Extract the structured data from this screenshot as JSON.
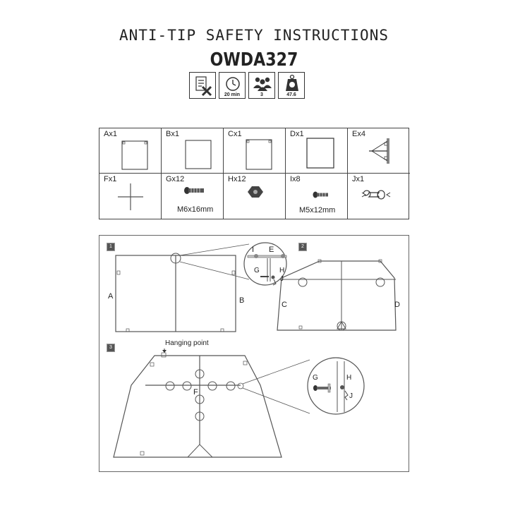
{
  "header": {
    "title": "ANTI-TIP SAFETY INSTRUCTIONS",
    "model": "OWDA327"
  },
  "info": [
    {
      "icon": "tools-document-icon",
      "caption": ""
    },
    {
      "icon": "clock-icon",
      "caption": "20 min"
    },
    {
      "icon": "people-icon",
      "caption": "3"
    },
    {
      "icon": "weight-icon",
      "caption": "47.6"
    }
  ],
  "parts": [
    {
      "label": "Ax1",
      "spec": "",
      "icon": "panel-a-icon"
    },
    {
      "label": "Bx1",
      "spec": "",
      "icon": "panel-b-icon"
    },
    {
      "label": "Cx1",
      "spec": "",
      "icon": "panel-c-icon"
    },
    {
      "label": "Dx1",
      "spec": "",
      "icon": "panel-d-icon"
    },
    {
      "label": "Ex4",
      "spec": "",
      "icon": "corner-bracket-icon"
    },
    {
      "label": "Fx1",
      "spec": "",
      "icon": "cross-bracket-icon"
    },
    {
      "label": "Gx12",
      "spec": "M6x16mm",
      "icon": "screw-icon"
    },
    {
      "label": "Hx12",
      "spec": "",
      "icon": "nut-icon"
    },
    {
      "label": "Ix8",
      "spec": "M5x12mm",
      "icon": "small-screw-icon"
    },
    {
      "label": "Jx1",
      "spec": "",
      "icon": "wrench-icon"
    }
  ],
  "steps": {
    "step1": "1",
    "step2": "2",
    "step3": "3"
  },
  "labels": {
    "A": "A",
    "B": "B",
    "C": "C",
    "D": "D",
    "I": "I",
    "E": "E",
    "G1": "G",
    "H1": "H",
    "J1": "J",
    "F": "F",
    "G2": "G",
    "H2": "H",
    "J2": "J",
    "hanging_point": "Hanging point"
  }
}
